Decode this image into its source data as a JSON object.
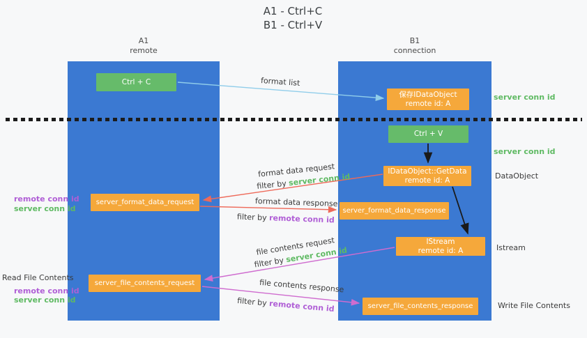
{
  "title": {
    "line1": "A1 - Ctrl+C",
    "line2": "B1 - Ctrl+V"
  },
  "lanes": {
    "a1": {
      "name": "A1",
      "subtitle": "remote"
    },
    "b1": {
      "name": "B1",
      "subtitle": "connection"
    }
  },
  "nodes": {
    "ctrl_c": {
      "label": "Ctrl + C"
    },
    "save_dataobject": {
      "line1": "保存IDataObject",
      "line2": "remote id: A"
    },
    "ctrl_v": {
      "label": "Ctrl + V"
    },
    "getdata": {
      "line1": "IDataObject::GetData",
      "line2": "remote id: A"
    },
    "server_format_data_request": {
      "label": "server_format_data_request"
    },
    "server_format_data_response": {
      "label": "server_format_data_response"
    },
    "istream": {
      "line1": "IStream",
      "line2": "remote id: A"
    },
    "server_file_contents_request": {
      "label": "server_file_contents_request"
    },
    "server_file_contents_response": {
      "label": "server_file_contents_response"
    }
  },
  "arrow_labels": {
    "format_list": "format list",
    "format_data_request": "format data request",
    "format_data_response": "format data response",
    "file_contents_request": "file contents request",
    "file_contents_response": "file contents response",
    "filter_by": "filter by",
    "server_conn_id": "server conn id",
    "remote_conn_id": "remote conn id"
  },
  "side_labels": {
    "right_server_conn_id_1": "server conn id",
    "right_server_conn_id_2": "server conn id",
    "dataobject": "DataObject",
    "istream": "Istream",
    "write_file_contents": "Write File Contents",
    "read_file_contents": "Read File Contents",
    "left_remote_conn_id_1": "remote conn id",
    "left_server_conn_id_1": "server conn id",
    "left_remote_conn_id_2": "remote conn id",
    "left_server_conn_id_2": "server conn id"
  },
  "colors": {
    "lane_blue": "#3b79d2",
    "key_green": "#66bb6a",
    "node_orange": "#f5a83b",
    "arrow_blue": "#90cdea",
    "arrow_red": "#ee6a5a",
    "arrow_magenta": "#cf6ccf",
    "arrow_black": "#1a1a1a",
    "green_text": "#5fba63",
    "purple_text": "#b05fd6"
  }
}
